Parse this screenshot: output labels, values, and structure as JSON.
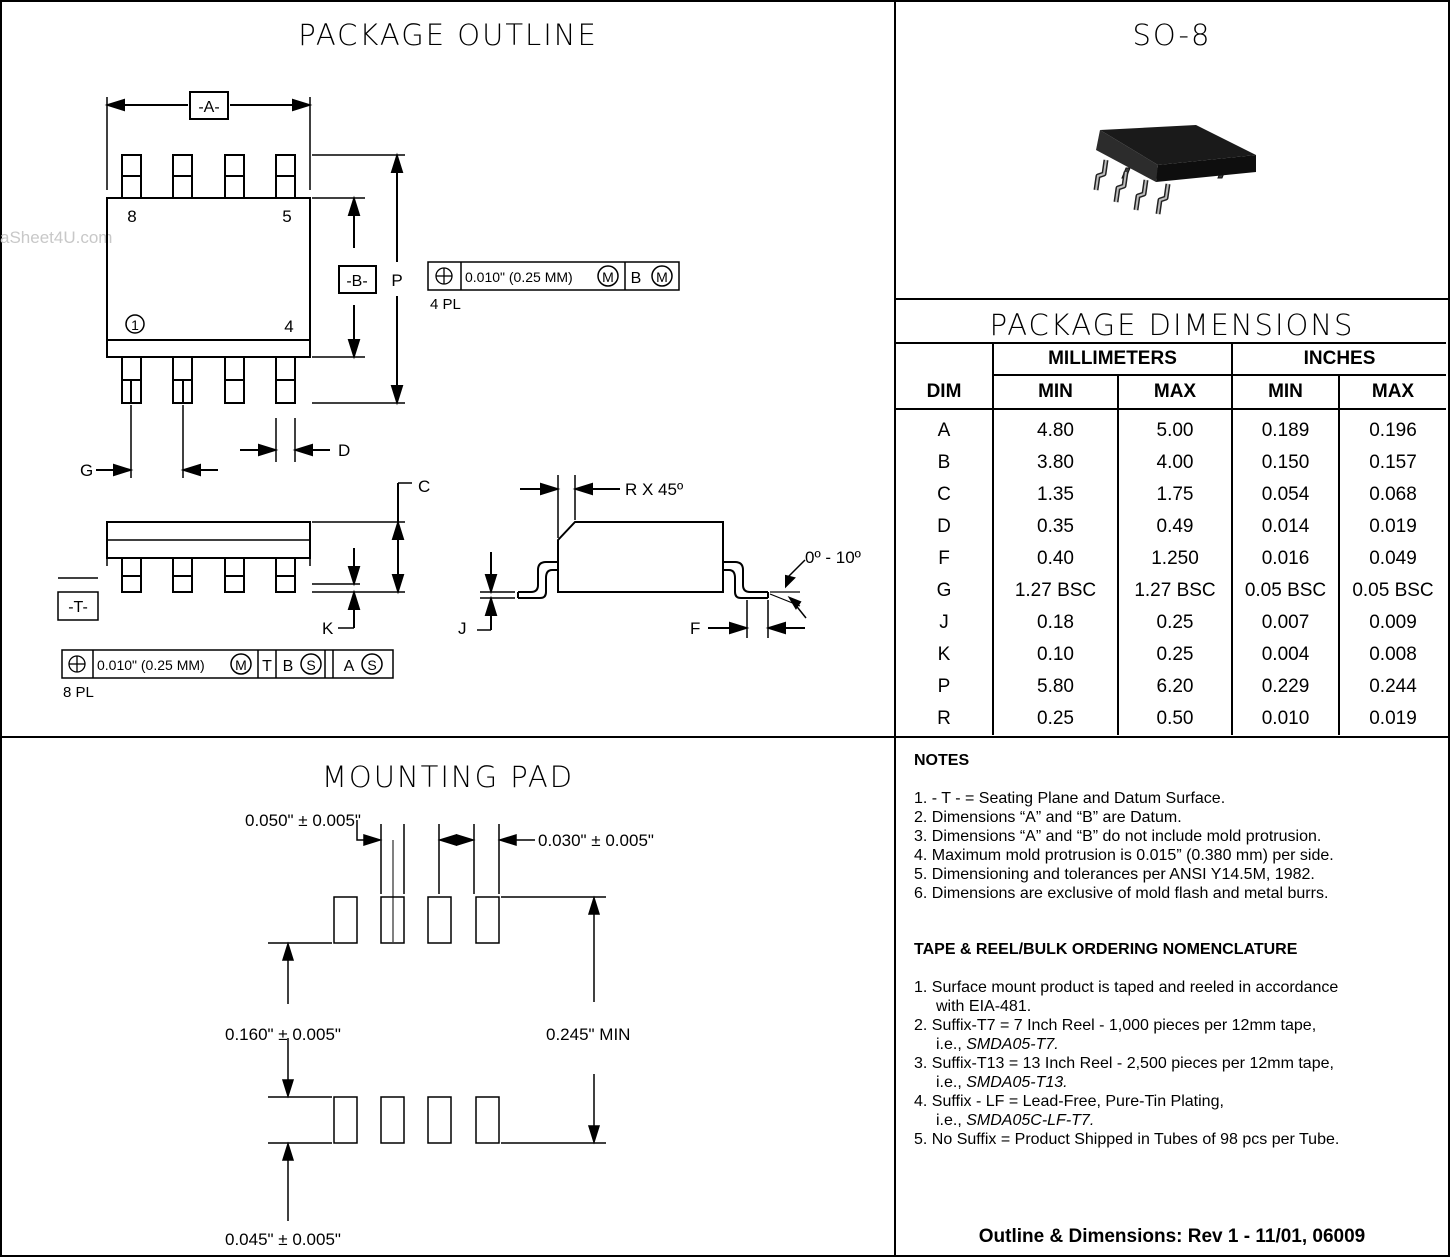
{
  "package_outline": {
    "title": "PACKAGE OUTLINE",
    "watermark": "aSheet4U.com",
    "datum_a": "-A-",
    "datum_b": "-B-",
    "datum_t": "-T-",
    "pin_8": "8",
    "pin_5": "5",
    "pin_1": "1",
    "pin_4": "4",
    "label_p": "P",
    "label_g": "G",
    "label_d": "D",
    "label_c": "C",
    "label_k": "K",
    "label_j": "J",
    "label_f": "F",
    "label_r": "R X 45º",
    "label_angle": "0º - 10º",
    "tol_b": {
      "value": "0.010\" (0.25 MM)",
      "m1": "M",
      "ref": "B",
      "m2": "M",
      "note": "4 PL"
    },
    "tol_t": {
      "value": "0.010\" (0.25 MM)",
      "m1": "M",
      "ref1": "T",
      "ref2": "B",
      "s1": "S",
      "ref3": "A",
      "s2": "S",
      "note": "8 PL"
    }
  },
  "so8": {
    "title": "SO-8"
  },
  "package_dimensions": {
    "title": "PACKAGE DIMENSIONS",
    "group_mm": "MILLIMETERS",
    "group_in": "INCHES",
    "col_dim": "DIM",
    "col_min": "MIN",
    "col_max": "MAX",
    "rows": [
      [
        "A",
        "4.80",
        "5.00",
        "0.189",
        "0.196"
      ],
      [
        "B",
        "3.80",
        "4.00",
        "0.150",
        "0.157"
      ],
      [
        "C",
        "1.35",
        "1.75",
        "0.054",
        "0.068"
      ],
      [
        "D",
        "0.35",
        "0.49",
        "0.014",
        "0.019"
      ],
      [
        "F",
        "0.40",
        "1.250",
        "0.016",
        "0.049"
      ],
      [
        "G",
        "1.27 BSC",
        "1.27 BSC",
        "0.05 BSC",
        "0.05 BSC"
      ],
      [
        "J",
        "0.18",
        "0.25",
        "0.007",
        "0.009"
      ],
      [
        "K",
        "0.10",
        "0.25",
        "0.004",
        "0.008"
      ],
      [
        "P",
        "5.80",
        "6.20",
        "0.229",
        "0.244"
      ],
      [
        "R",
        "0.25",
        "0.50",
        "0.010",
        "0.019"
      ]
    ]
  },
  "mounting_pad": {
    "title": "MOUNTING PAD",
    "dim_pad_width": "0.050\" ± 0.005\"",
    "dim_pitch": "0.030\" ± 0.005\"",
    "dim_inner": "0.160\" ± 0.005\"",
    "dim_outer": "0.245\" MIN",
    "dim_pad_height": "0.045\" ± 0.005\""
  },
  "notes": {
    "heading": "NOTES",
    "items": [
      "1.  - T - = Seating Plane and Datum Surface.",
      "2.  Dimensions “A” and “B” are Datum.",
      "3.  Dimensions “A” and “B” do not include mold protrusion.",
      "4.  Maximum mold protrusion is 0.015” (0.380 mm) per side.",
      "5.  Dimensioning and tolerances per ANSI Y14.5M, 1982.",
      "6. Dimensions are exclusive of mold flash and metal burrs."
    ],
    "tape_heading": "TAPE & REEL/BULK ORDERING NOMENCLATURE",
    "tape_items": [
      {
        "line1": "1.  Surface mount product is taped and reeled in accordance",
        "line2": "with EIA-481.",
        "italic": ""
      },
      {
        "line1": "2.  Suffix-T7 = 7 Inch Reel - 1,000 pieces per 12mm tape,",
        "line2": "i.e., ",
        "italic": "SMDA05-T7."
      },
      {
        "line1": "3.  Suffix-T13 = 13 Inch Reel - 2,500 pieces per 12mm tape,",
        "line2": "i.e., ",
        "italic": "SMDA05-T13."
      },
      {
        "line1": "4.  Suffix - LF = Lead-Free, Pure-Tin Plating,",
        "line2": "i.e., ",
        "italic": "SMDA05C-LF-T7."
      },
      {
        "line1": "5.  No Suffix = Product Shipped in Tubes of 98 pcs per Tube.",
        "line2": "",
        "italic": ""
      }
    ],
    "footer": "Outline & Dimensions: Rev 1 - 11/01, 06009"
  }
}
